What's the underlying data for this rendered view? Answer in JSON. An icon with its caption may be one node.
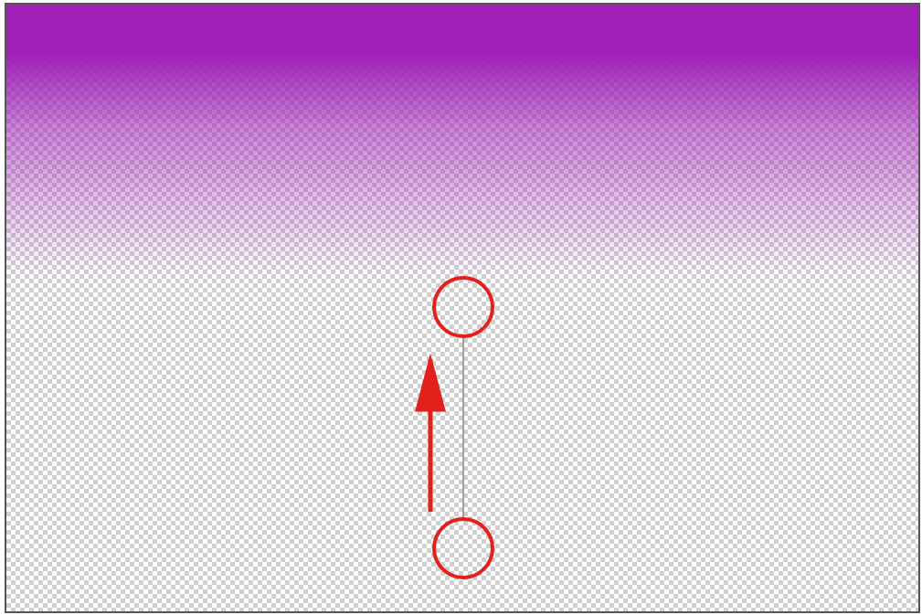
{
  "diagram": {
    "nodes": [
      {
        "text": [],
        "shape": "circle"
      },
      {
        "text": [],
        "shape": "circle"
      }
    ],
    "edges": [
      {
        "from": 1,
        "to": 0,
        "arrow": "none"
      },
      {
        "from": 1,
        "to": 0,
        "arrow": "to",
        "style": "thick",
        "color": "#e3201c"
      }
    ]
  }
}
